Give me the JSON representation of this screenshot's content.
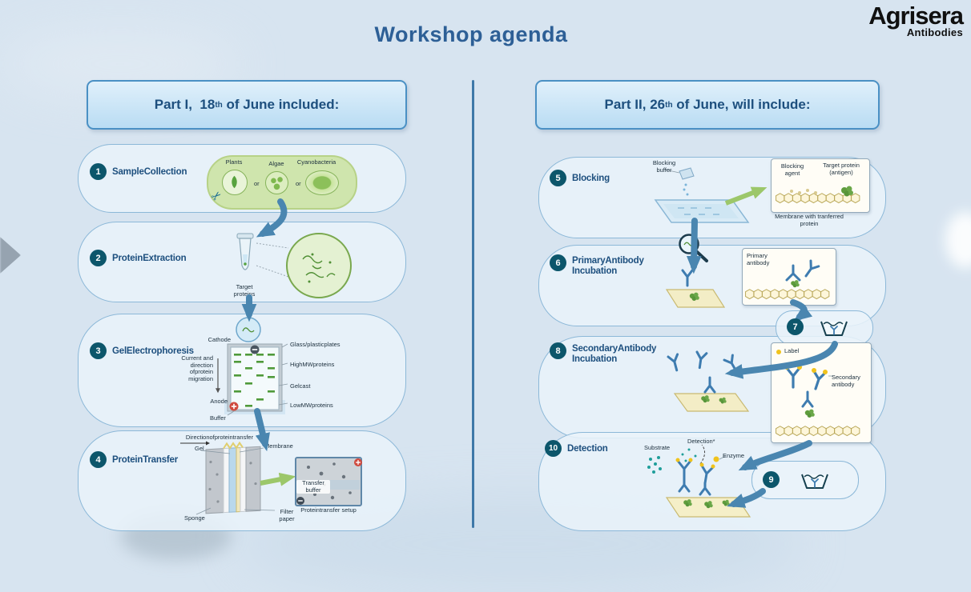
{
  "title": "Workshop agenda",
  "logo": {
    "brand": "Agrisera",
    "sub": "Antibodies"
  },
  "colors": {
    "title": "#2d5f96",
    "heading": "#1d4f7e",
    "step_circle": "#0c566b",
    "arrow": "#4a86b0",
    "green_arrow": "#9cc76a",
    "capsule_border": "#8cb8d8",
    "header_border": "#4a90c4",
    "background": "#d7e4f0"
  },
  "icons": {
    "scissors": "✂"
  },
  "part1": {
    "header": {
      "pre": "Part I,  18",
      "sup": "th",
      "post": " of June included:"
    },
    "step1": {
      "num": "1",
      "label": "SampleCollection",
      "plants": "Plants",
      "algae": "Algae",
      "cyanobacteria": "Cyanobacteria",
      "or1": "or",
      "or2": "or"
    },
    "step2": {
      "num": "2",
      "label": "ProteinExtraction",
      "target_proteins": "Target proteins"
    },
    "step3": {
      "num": "3",
      "label": "GelElectrophoresis",
      "cathode": "Cathode",
      "current": "Current and direction ofprotein migration",
      "anode": "Anode",
      "buffer": "Buffer",
      "glass_plates": "Glass/plasticplates",
      "high_mw": "HighMWproteins",
      "gel_cast": "Gelcast",
      "low_mw": "LowMWproteins"
    },
    "step4": {
      "num": "4",
      "label": "ProteinTransfer",
      "direction": "Directionofproteintransfer",
      "gel": "Gel",
      "membrane": "Membrane",
      "sponge": "Sponge",
      "filter_paper": "Filter paper",
      "transfer_buffer": "Transfer buffer",
      "setup": "Proteintransfer setup"
    }
  },
  "part2": {
    "header": {
      "pre": "Part II, 26",
      "sup": "th",
      "post": " of June, will include:"
    },
    "step5": {
      "num": "5",
      "label": "Blocking",
      "blocking_buffer": "Blocking buffer",
      "blocking_agent": "Blocking agent",
      "target_protein": "Target protein (antigen)",
      "membrane_note": "Membrane with tranferred protein"
    },
    "step6": {
      "num": "6",
      "label": "PrimaryAntibody Incubation",
      "primary_antibody": "Primary antibody"
    },
    "step7": {
      "num": "7"
    },
    "step8": {
      "num": "8",
      "label": "SecondaryAntibody Incubation",
      "label_tag": "Label",
      "secondary_antibody": "Secondary antibody"
    },
    "step9": {
      "num": "9"
    },
    "step10": {
      "num": "10",
      "label": "Detection",
      "substrate": "Substrate",
      "detection": "Detection*",
      "enzyme": "Enzyme"
    }
  }
}
